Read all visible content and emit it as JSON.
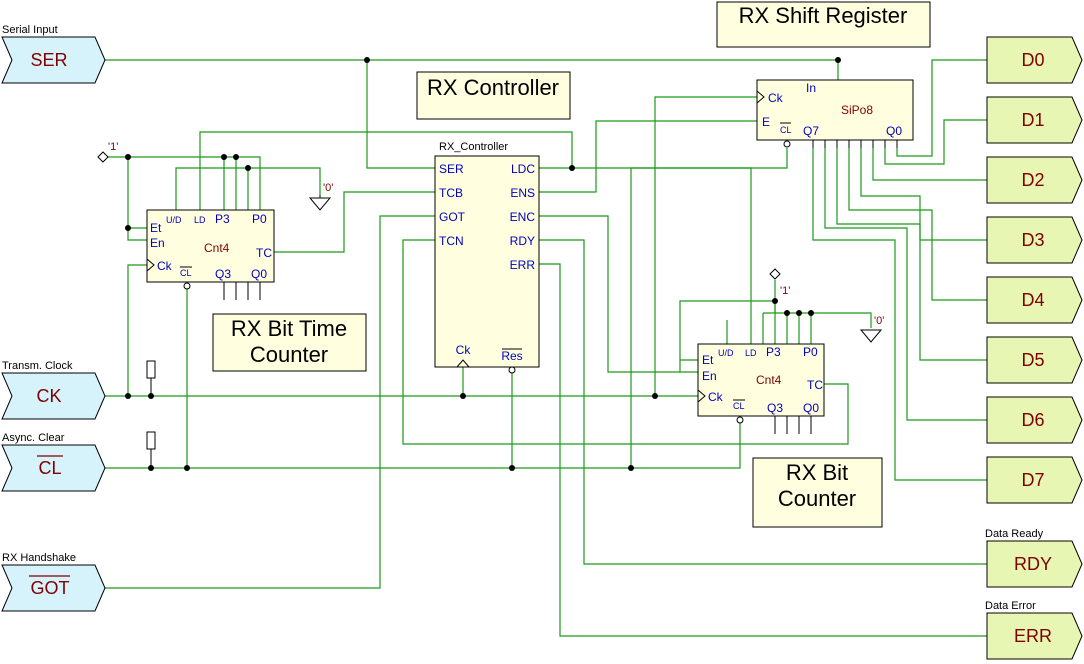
{
  "titles": {
    "shift_register": "RX Shift Register",
    "controller": "RX Controller",
    "bit_time_counter_line1": "RX Bit Time",
    "bit_time_counter_line2": "Counter",
    "bit_counter_line1": "RX Bit",
    "bit_counter_line2": "Counter"
  },
  "inputs": [
    {
      "caption": "Serial Input",
      "label": "SER",
      "inverted": false
    },
    {
      "caption": "Transm. Clock",
      "label": "CK",
      "inverted": false
    },
    {
      "caption": "Async. Clear",
      "label": "CL",
      "inverted": true
    },
    {
      "caption": "RX Handshake",
      "label": "GOT",
      "inverted": true
    }
  ],
  "outputs": [
    {
      "caption": "",
      "label": "D0"
    },
    {
      "caption": "",
      "label": "D1"
    },
    {
      "caption": "",
      "label": "D2"
    },
    {
      "caption": "",
      "label": "D3"
    },
    {
      "caption": "",
      "label": "D4"
    },
    {
      "caption": "",
      "label": "D5"
    },
    {
      "caption": "",
      "label": "D6"
    },
    {
      "caption": "",
      "label": "D7"
    },
    {
      "caption": "Data Ready",
      "label": "RDY"
    },
    {
      "caption": "Data Error",
      "label": "ERR"
    }
  ],
  "controller": {
    "name": "RX_Controller",
    "left_pins": [
      "SER",
      "TCB",
      "GOT",
      "TCN"
    ],
    "right_pins": [
      "LDC",
      "ENS",
      "ENC",
      "RDY",
      "ERR"
    ],
    "bottom_pins": [
      "Ck",
      "Res"
    ]
  },
  "shift_register": {
    "name": "SiPo8",
    "pins": {
      "ck": "Ck",
      "e": "E",
      "in": "In",
      "cl": "CL",
      "q7": "Q7",
      "q0": "Q0"
    }
  },
  "counter": {
    "name": "Cnt4",
    "pins": {
      "et": "Et",
      "en": "En",
      "ck": "Ck",
      "ud": "U/D",
      "ld": "LD",
      "p3": "P3",
      "p0": "P0",
      "tc": "TC",
      "cl": "CL",
      "q3": "Q3",
      "q0": "Q0"
    }
  },
  "constants": {
    "high": "'1'",
    "low": "'0'"
  },
  "colors": {
    "wire": "#1a9a1a",
    "input_port": "#d6f2fb",
    "output_port": "#e8f6b4",
    "block": "#ffffe0",
    "port_text": "#800000",
    "pin_text": "#0000c0"
  }
}
